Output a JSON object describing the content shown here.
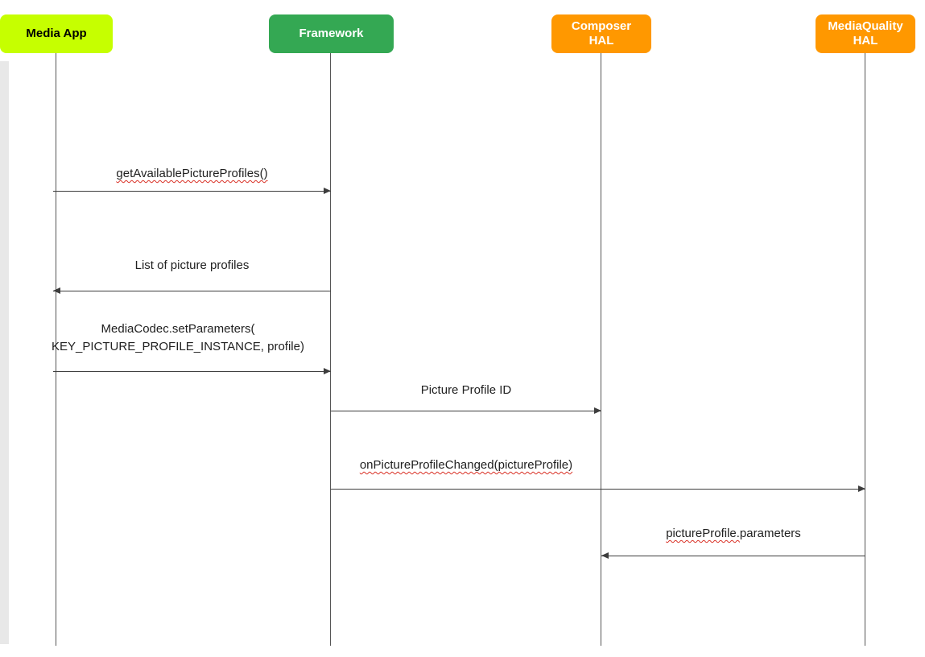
{
  "diagram_type": "sequence",
  "actors": [
    {
      "id": "media-app",
      "label": "Media App",
      "fill": "#c6ff00",
      "text_color": "#000000"
    },
    {
      "id": "framework",
      "label": "Framework",
      "fill": "#34a853",
      "text_color": "#ffffff"
    },
    {
      "id": "composer-hal",
      "label": "Composer HAL",
      "fill": "#ff9800",
      "text_color": "#ffffff"
    },
    {
      "id": "mediaquality-hal",
      "label": "MediaQuality HAL",
      "fill": "#ff9800",
      "text_color": "#ffffff"
    }
  ],
  "messages": [
    {
      "from": "media-app",
      "to": "framework",
      "direction": "right",
      "label": "getAvailablePictureProfiles()",
      "spellcheck_underline": true
    },
    {
      "from": "framework",
      "to": "media-app",
      "direction": "left",
      "label": "List of picture profiles"
    },
    {
      "from": "media-app",
      "to": "framework",
      "direction": "right",
      "label_line1": "MediaCodec.setParameters(",
      "label_line2": "KEY_PICTURE_PROFILE_INSTANCE, profile)"
    },
    {
      "from": "framework",
      "to": "composer-hal",
      "direction": "right",
      "label": "Picture Profile ID"
    },
    {
      "from": "framework",
      "to": "mediaquality-hal",
      "direction": "right",
      "label": "onPictureProfileChanged(pictureProfile)",
      "spellcheck_underline": true
    },
    {
      "from": "mediaquality-hal",
      "to": "composer-hal",
      "direction": "left",
      "label_wavy": "pictureProfile.",
      "label_plain": "parameters"
    }
  ],
  "line_color": "#3d3d3d",
  "spellcheck_color": "#d93025"
}
